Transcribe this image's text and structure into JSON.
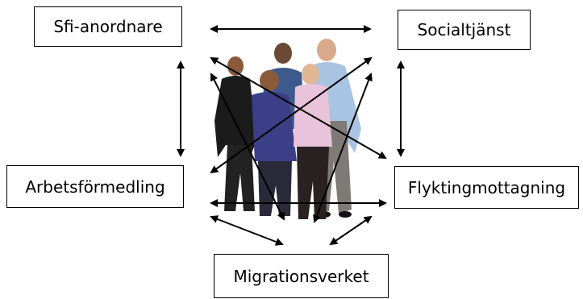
{
  "nodes": {
    "sfi": "Sfi-anordnare",
    "socialtjanst": "Socialtjänst",
    "arbetsformedling": "Arbetsförmedling",
    "flyktingmottagning": "Flyktingmottagning",
    "migrationsverket": "Migrationsverket"
  },
  "photo": {
    "icon": "group-of-people-photo",
    "people_count": 5
  },
  "colors": {
    "line": "#000000",
    "box_border": "#000000",
    "background": "#ffffff"
  }
}
